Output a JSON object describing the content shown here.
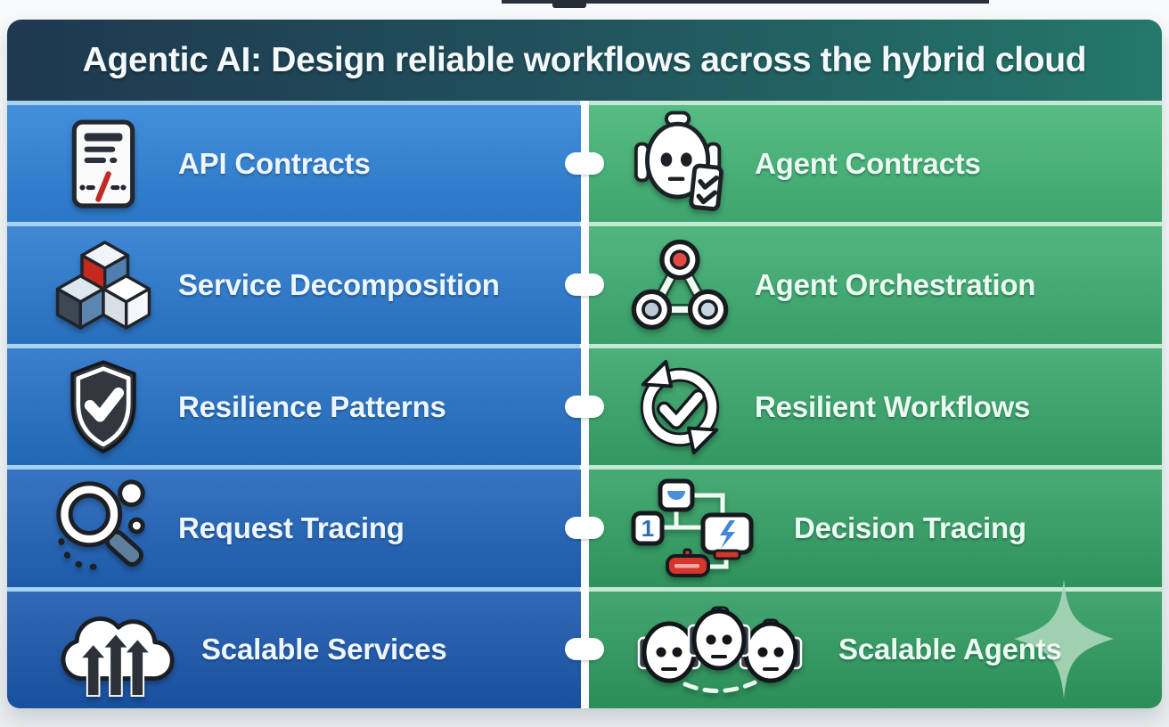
{
  "header": {
    "title": "Agentic AI: Design reliable workflows across the hybrid cloud"
  },
  "columns": {
    "left": {
      "name": "microservices-practices",
      "accent": "blue",
      "color_top": "#2f82d8",
      "color_bottom": "#1b58ae"
    },
    "right": {
      "name": "agentic-ai-practices",
      "accent": "green",
      "color_top": "#43b577",
      "color_bottom": "#2f9b60"
    }
  },
  "rows": [
    {
      "left": {
        "label": "API Contracts",
        "icon": "api-contract-document-icon"
      },
      "right": {
        "label": "Agent Contracts",
        "icon": "robot-checklist-icon"
      }
    },
    {
      "left": {
        "label": "Service Decomposition",
        "icon": "cubes-icon"
      },
      "right": {
        "label": "Agent Orchestration",
        "icon": "node-triangle-icon"
      }
    },
    {
      "left": {
        "label": "Resilience Patterns",
        "icon": "shield-check-icon"
      },
      "right": {
        "label": "Resilient Workflows",
        "icon": "cycle-check-icon"
      }
    },
    {
      "left": {
        "label": "Request Tracing",
        "icon": "magnifier-trace-icon"
      },
      "right": {
        "label": "Decision Tracing",
        "icon": "decision-flowchart-icon",
        "node_label": "1"
      }
    },
    {
      "left": {
        "label": "Scalable Services",
        "icon": "cloud-scale-arrows-icon"
      },
      "right": {
        "label": "Scalable Agents",
        "icon": "robot-trio-icon"
      }
    }
  ],
  "connector": {
    "shape": "white-pill-arrow",
    "color": "#ffffff"
  },
  "palette": {
    "header_left": "#1e384f",
    "header_right": "#24786a",
    "divider": "#ffffff",
    "page_bg": "#f2f5f6",
    "accent_red": "#c9302a",
    "accent_blue": "#3f87d2",
    "row_gap_blue": "#a6d1f1",
    "row_gap_green": "#c3e8d3",
    "sparkle": "#a8d5b7"
  }
}
